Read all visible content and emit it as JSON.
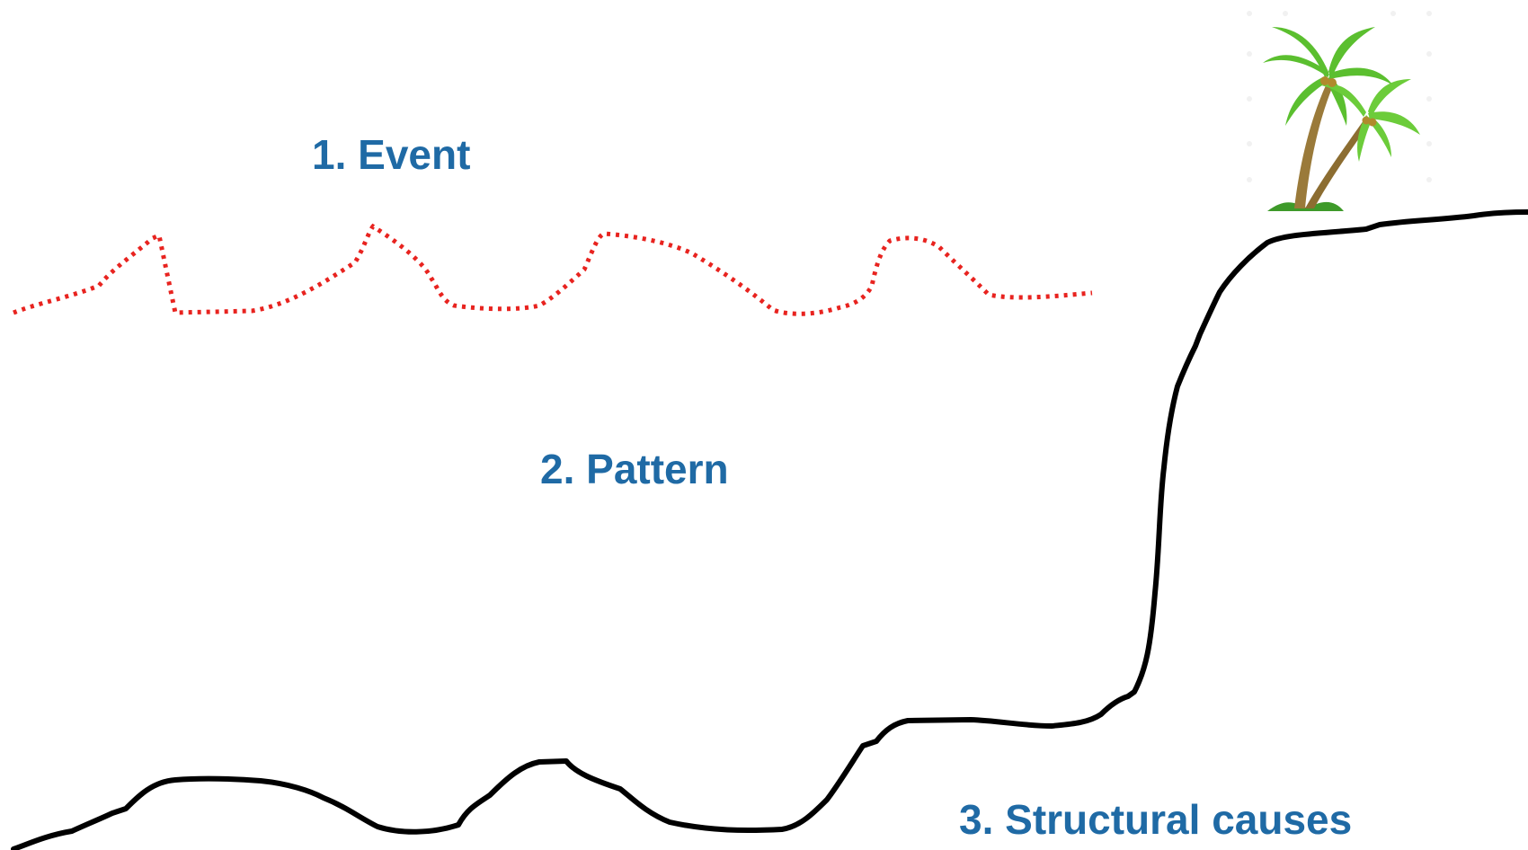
{
  "labels": {
    "event": "1. Event",
    "pattern": "2. Pattern",
    "structural": "3. Structural causes"
  },
  "colors": {
    "label": "#1f6aa5",
    "event_line": "#e8231f",
    "structure_line": "#000000",
    "palm_leaf": "#5bbf2f",
    "palm_trunk": "#9a7a3a",
    "coconut": "#b08a2c"
  },
  "icons": {
    "palm": "palm-tree-icon"
  }
}
